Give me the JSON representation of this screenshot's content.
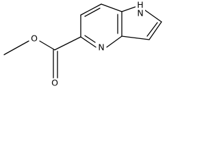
{
  "atoms": {
    "nh_label": "H",
    "nh_n_label": "N",
    "pyridine_n_label": "N",
    "carbonyl_o_label": "O",
    "ester_o_label": "O"
  }
}
